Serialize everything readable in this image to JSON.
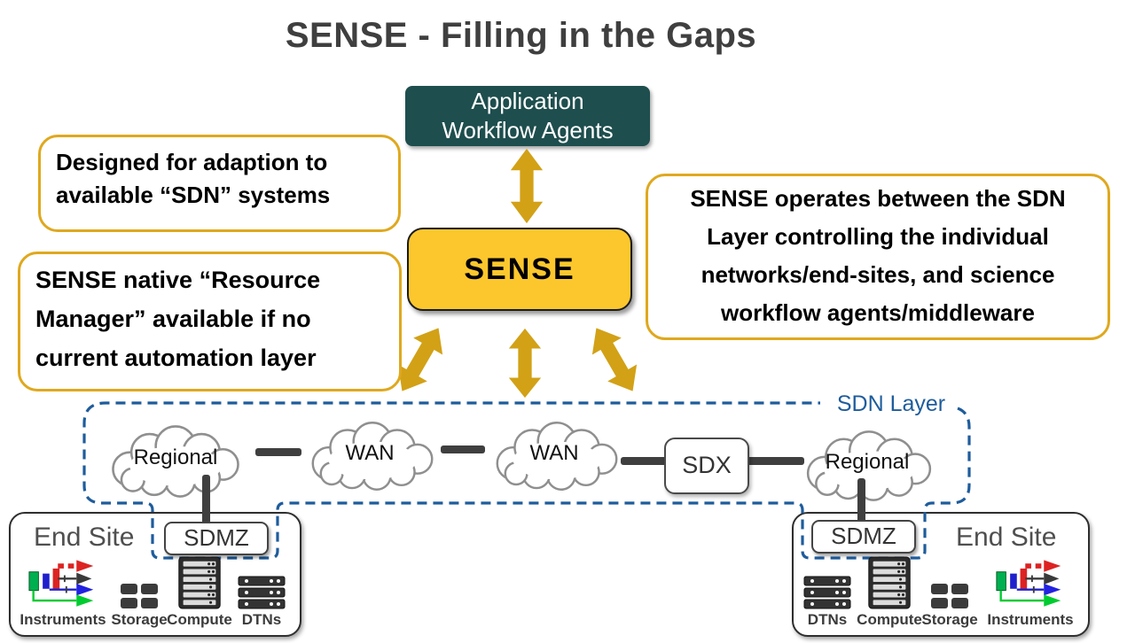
{
  "title": "SENSE - Filling in the Gaps",
  "colors": {
    "accent_gold": "#FCC72D",
    "arrow_gold": "#D2A116",
    "callout_border_gold": "#DFA81E",
    "teal": "#1E4E4E",
    "sdn_blue": "#1E5C9C"
  },
  "nodes": {
    "application_workflow_agents": {
      "lines": [
        "Application",
        "Workflow Agents"
      ]
    },
    "sense": {
      "label": "SENSE"
    }
  },
  "callouts": {
    "left_top": {
      "lines": [
        "Designed for adaption to",
        "available “SDN” systems"
      ]
    },
    "left_bottom": {
      "lines": [
        "SENSE native “Resource",
        "Manager” available if no",
        "current automation layer"
      ]
    },
    "right": {
      "lines": [
        "SENSE operates between the SDN",
        "Layer controlling the individual",
        "networks/end-sites, and science",
        "workflow agents/middleware"
      ]
    }
  },
  "sdn_layer": {
    "label": "SDN Layer",
    "clouds": [
      "Regional",
      "WAN",
      "WAN",
      "Regional"
    ],
    "sdx_label": "SDX"
  },
  "end_sites": {
    "left": {
      "title": "End Site",
      "sdmz_label": "SDMZ",
      "resources": [
        "Instruments",
        "Storage",
        "Compute",
        "DTNs"
      ]
    },
    "right": {
      "title": "End Site",
      "sdmz_label": "SDMZ",
      "resources": [
        "DTNs",
        "Compute",
        "Storage",
        "Instruments"
      ]
    }
  }
}
